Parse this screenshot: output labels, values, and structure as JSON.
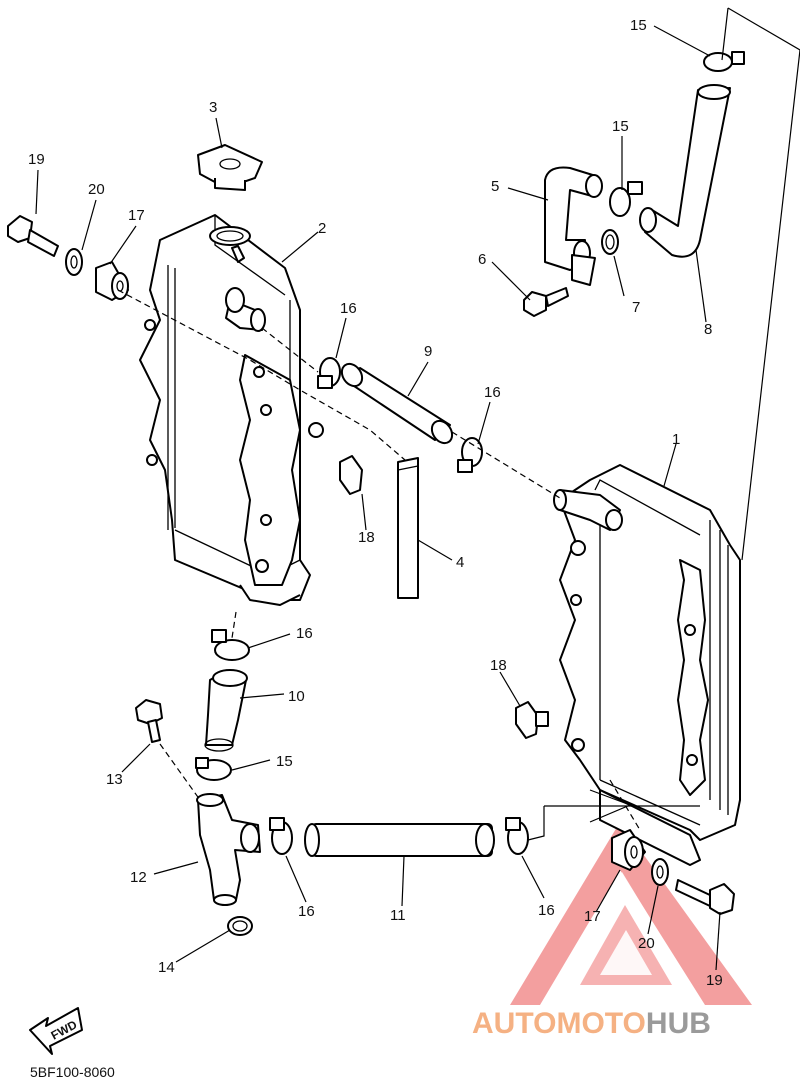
{
  "diagram": {
    "part_numbers": {
      "p1": "1",
      "p2": "2",
      "p3": "3",
      "p4": "4",
      "p5": "5",
      "p6": "6",
      "p7": "7",
      "p8": "8",
      "p9": "9",
      "p10": "10",
      "p11": "11",
      "p12": "12",
      "p13": "13",
      "p14": "14",
      "p15a": "15",
      "p15b": "15",
      "p15c": "15",
      "p16a": "16",
      "p16b": "16",
      "p16c": "16",
      "p16d": "16",
      "p16e": "16",
      "p17a": "17",
      "p17b": "17",
      "p18a": "18",
      "p18b": "18",
      "p19a": "19",
      "p19b": "19",
      "p20a": "20",
      "p20b": "20"
    },
    "fwd_label": "FWD",
    "drawing_code": "5BF100-8060"
  },
  "watermark": {
    "text_part1": "AUTOMOTO",
    "text_part2": "HUB",
    "color_part1": "#f5b183",
    "color_part2": "#9a9a9a",
    "triangle_color": "#f08080"
  }
}
